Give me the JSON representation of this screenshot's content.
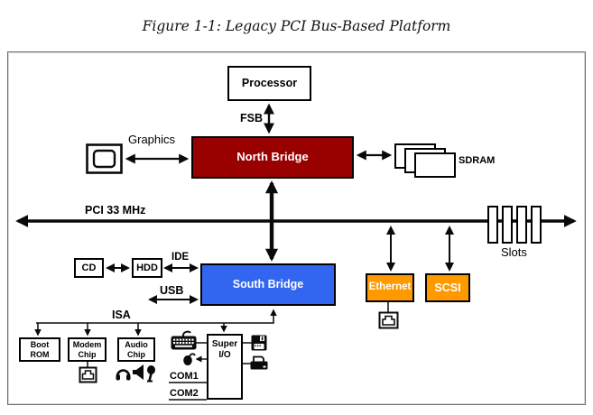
{
  "title": "Figure 1-1: Legacy PCI Bus-Based Platform",
  "nodes": {
    "processor": "Processor",
    "north_bridge": "North Bridge",
    "south_bridge": "South Bridge",
    "graphics": "Graphics",
    "sdram": "SDRAM",
    "slots": "Slots",
    "cd": "CD",
    "hdd": "HDD",
    "ethernet": "Ethernet",
    "scsi": "SCSI",
    "boot_rom": "Boot\nROM",
    "modem_chip": "Modem\nChip",
    "audio_chip": "Audio\nChip",
    "super_io": "Super\nI/O"
  },
  "labels": {
    "fsb": "FSB",
    "pci": "PCI 33 MHz",
    "ide": "IDE",
    "usb": "USB",
    "isa": "ISA",
    "com1": "COM1",
    "com2": "COM2"
  },
  "colors": {
    "north_bridge": "#990000",
    "south_bridge": "#3366F0",
    "peripheral_orange": "#FF9900"
  },
  "icons": {
    "graphics_display": "monitor-icon",
    "ethernet_port": "rj45-jack-icon",
    "modem_port": "rj11-jack-icon",
    "audio_out_1": "headphones-icon",
    "audio_out_2": "speaker-icon",
    "audio_in": "microphone-icon",
    "keyboard": "keyboard-icon",
    "mouse": "mouse-icon",
    "floppy": "floppy-disk-icon",
    "parallel": "printer-icon"
  }
}
